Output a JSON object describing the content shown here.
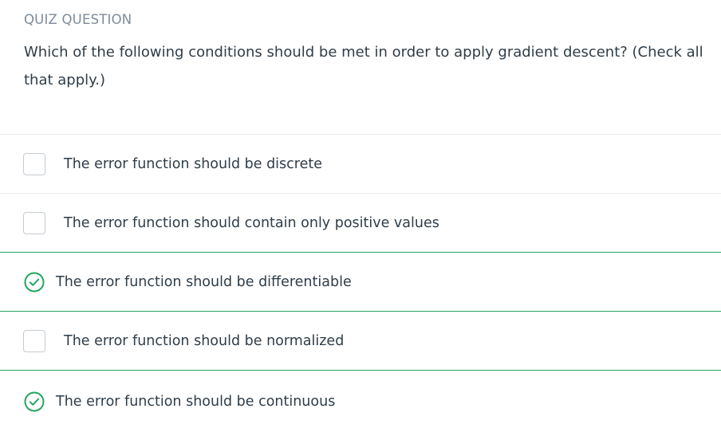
{
  "quiz": {
    "label": "QUIZ QUESTION",
    "question": "Which of the following conditions should be met in order to apply gradient descent? (Check all that apply.)",
    "options": [
      {
        "text": "The error function should be discrete",
        "checked": false
      },
      {
        "text": "The error function should contain only positive values",
        "checked": false
      },
      {
        "text": "The error function should be differentiable",
        "checked": true
      },
      {
        "text": "The error function should be normalized",
        "checked": false
      },
      {
        "text": "The error function should be continuous",
        "checked": true
      }
    ]
  },
  "colors": {
    "correct": "#25a55f",
    "text": "#2e3d49",
    "label": "#7d8b99",
    "divider": "#e8eaed"
  }
}
